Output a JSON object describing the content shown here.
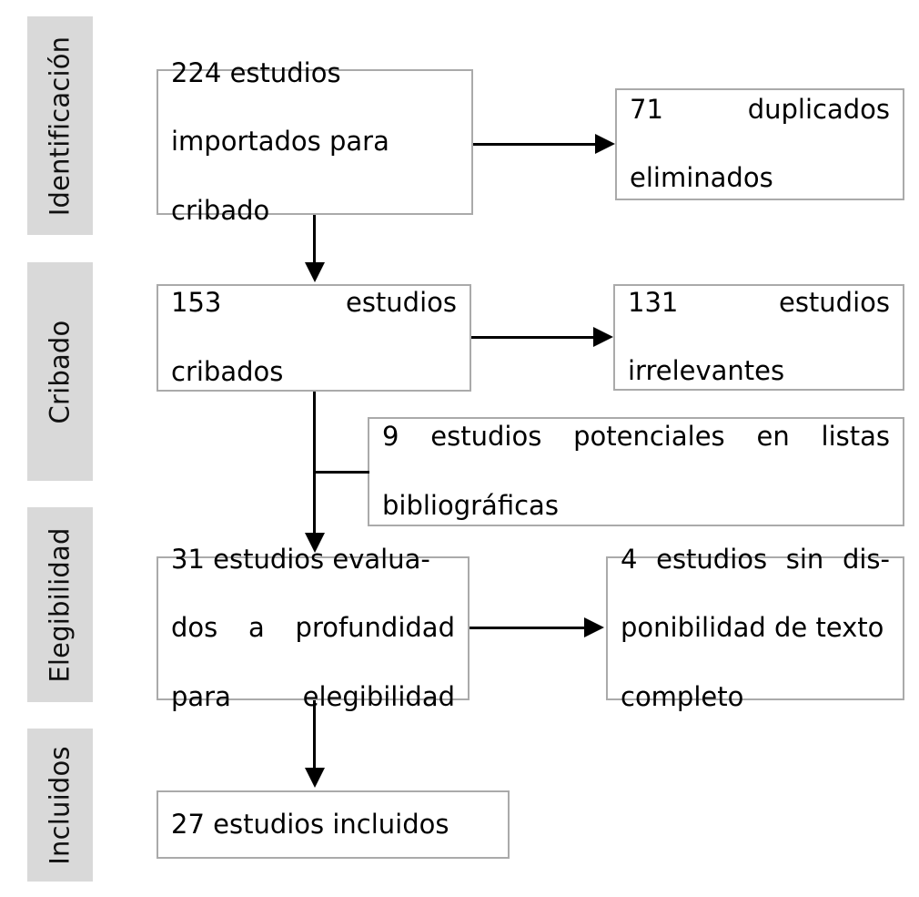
{
  "diagram": {
    "type": "prisma-flow-diagram",
    "language": "es",
    "background_color": "#ffffff",
    "box_border_color": "#aaaaaa",
    "stage_bar_color": "#d9d9d9",
    "connector_color": "#000000"
  },
  "stages": [
    {
      "id": "identificacion",
      "label": "Identificación"
    },
    {
      "id": "cribado",
      "label": "Cribado"
    },
    {
      "id": "elegibilidad",
      "label": "Elegibilidad"
    },
    {
      "id": "incluidos",
      "label": "Incluidos"
    }
  ],
  "boxes": {
    "imported": {
      "count": 224,
      "line1": "224 estudios",
      "line2": "importados para",
      "line3": "cribado",
      "full_text": "224 estudios importados para cribado"
    },
    "duplicates_removed": {
      "count": 71,
      "line1": "71 duplicados",
      "line2": "eliminados",
      "full_text": "71 duplicados eliminados"
    },
    "screened": {
      "count": 153,
      "line1": "153 estudios",
      "line2": "cribados",
      "full_text": "153 estudios cribados"
    },
    "irrelevant": {
      "count": 131,
      "line1": "131 estudios",
      "line2": "irrelevantes",
      "full_text": "131 estudios irrelevantes"
    },
    "reference_lists": {
      "count": 9,
      "line1": "9 estudios potenciales en listas",
      "line2": "bibliográficas",
      "full_text": "9 estudios potenciales en listas bibliográficas"
    },
    "assessed": {
      "count": 31,
      "line1": "31 estudios evalua-",
      "line2": "dos a profundidad",
      "line3": "para elegibilidad",
      "full_text": "31 estudios evaluados a profundidad para elegibilidad"
    },
    "no_full_text": {
      "count": 4,
      "line1": "4 estudios sin dis-",
      "line2": "ponibilidad de texto",
      "line3": "completo",
      "full_text": "4 estudios sin disponibilidad de texto completo"
    },
    "included": {
      "count": 27,
      "line1": "27 estudios incluidos",
      "full_text": "27 estudios incluidos"
    }
  },
  "chart_data": {
    "type": "diagram",
    "title": "Diagrama de flujo PRISMA",
    "nodes": [
      {
        "id": "imported",
        "stage": "Identificación",
        "value": 224,
        "label": "224 estudios importados para cribado"
      },
      {
        "id": "duplicates_removed",
        "stage": "Identificación",
        "value": 71,
        "label": "71 duplicados eliminados"
      },
      {
        "id": "screened",
        "stage": "Cribado",
        "value": 153,
        "label": "153 estudios cribados"
      },
      {
        "id": "irrelevant",
        "stage": "Cribado",
        "value": 131,
        "label": "131 estudios irrelevantes"
      },
      {
        "id": "reference_lists",
        "stage": "Cribado",
        "value": 9,
        "label": "9 estudios potenciales en listas bibliográficas"
      },
      {
        "id": "assessed",
        "stage": "Elegibilidad",
        "value": 31,
        "label": "31 estudios evaluados a profundidad para elegibilidad"
      },
      {
        "id": "no_full_text",
        "stage": "Elegibilidad",
        "value": 4,
        "label": "4 estudios sin disponibilidad de texto completo"
      },
      {
        "id": "included",
        "stage": "Incluidos",
        "value": 27,
        "label": "27 estudios incluidos"
      }
    ],
    "edges": [
      {
        "from": "imported",
        "to": "duplicates_removed",
        "direction": "right"
      },
      {
        "from": "imported",
        "to": "screened",
        "direction": "down"
      },
      {
        "from": "screened",
        "to": "irrelevant",
        "direction": "right"
      },
      {
        "from": "reference_lists",
        "to": "assessed",
        "direction": "left-join"
      },
      {
        "from": "screened",
        "to": "assessed",
        "direction": "down"
      },
      {
        "from": "assessed",
        "to": "no_full_text",
        "direction": "right"
      },
      {
        "from": "assessed",
        "to": "included",
        "direction": "down"
      }
    ]
  }
}
